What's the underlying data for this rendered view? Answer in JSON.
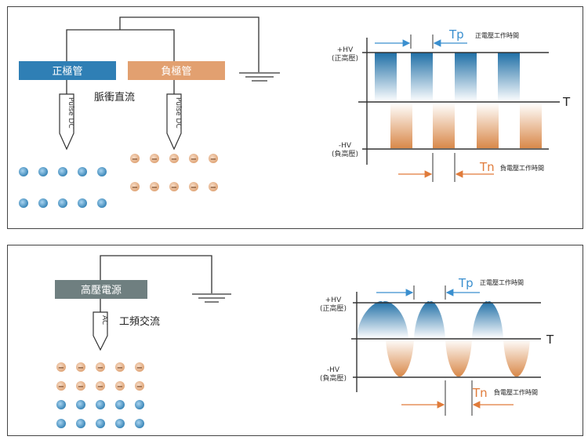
{
  "top": {
    "positive_source_label": "正極管",
    "negative_source_label": "負極管",
    "mode_label": "脈衝直流",
    "probe_label": "Pulse DC",
    "positive_level_label": [
      "+HV",
      "(正高壓)"
    ],
    "negative_level_label": [
      "-HV",
      "(負高壓)"
    ],
    "axis_label": "T",
    "tp_label": "Tp",
    "tp_note": "正電壓工作時間",
    "tn_label": "Tn",
    "tn_note": "負電壓工作時間",
    "negative_ion_sign": "−"
  },
  "bottom": {
    "source_label": "高壓電源",
    "mode_label": "工頻交流",
    "probe_label": "AC",
    "positive_level_label": [
      "+HV",
      "(正高壓)"
    ],
    "negative_level_label": [
      "-HV",
      "(負高壓)"
    ],
    "axis_label": "T",
    "tp_label": "Tp",
    "tp_note": "正電壓工作時間",
    "tn_label": "Tn",
    "tn_note": "負電壓工作時間",
    "negative_ion_sign": "−"
  },
  "colors": {
    "blue": "#2f7fb5",
    "orange": "#e2a070",
    "source_gray": "#6f7f80",
    "line": "#333333"
  }
}
